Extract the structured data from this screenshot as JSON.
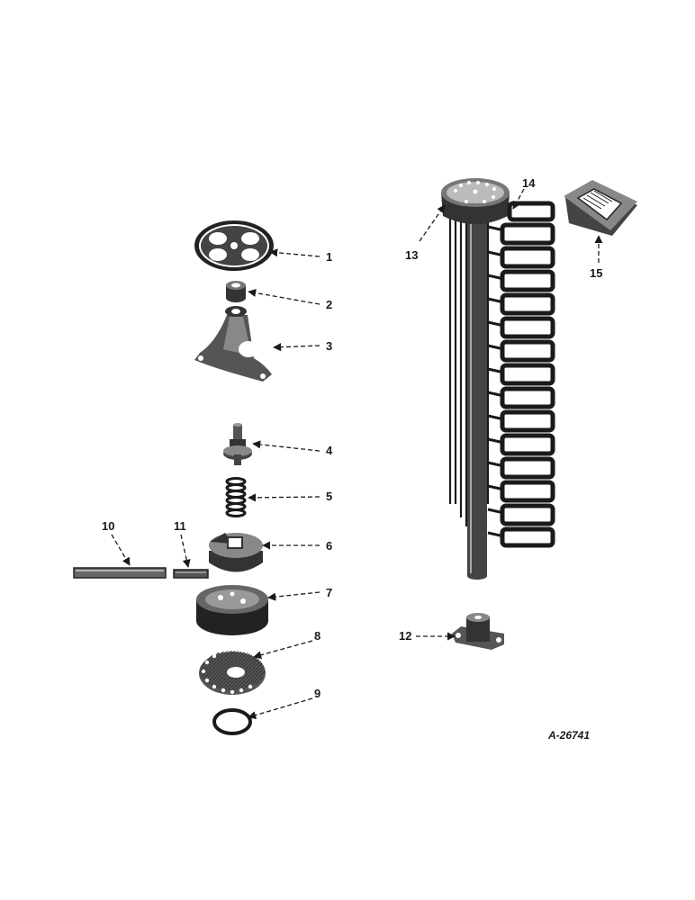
{
  "diagram": {
    "reference_code": "A-26741",
    "callouts": [
      "1",
      "2",
      "3",
      "4",
      "5",
      "6",
      "7",
      "8",
      "9",
      "10",
      "11",
      "12",
      "13",
      "14",
      "15"
    ]
  }
}
